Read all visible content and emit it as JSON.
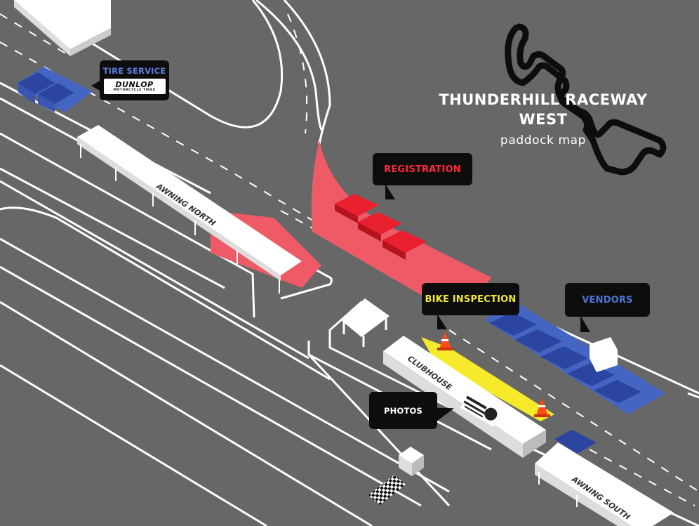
{
  "map": {
    "title_line1": "THUNDERHILL RACEWAY",
    "title_line2": "WEST",
    "subtitle": "paddock map"
  },
  "callouts": {
    "tire_service": "TIRE SERVICE",
    "registration": "REGISTRATION",
    "bike_inspection": "BIKE INSPECTION",
    "vendors": "VENDORS",
    "photos": "PHOTOS"
  },
  "sponsor": {
    "name": "DUNLOP",
    "tagline": "MOTORCYCLE TIRES"
  },
  "buildings": {
    "awning_north": "AWNING NORTH",
    "clubhouse": "CLUBHOUSE",
    "awning_south": "AWNING SOUTH"
  },
  "colors": {
    "ground": "#676767",
    "road_line": "#ffffff",
    "registration_zone": "#ee5b67",
    "registration_tent": "#e8202f",
    "vendor_zone": "#4466c2",
    "vendor_tent": "#2b45a0",
    "tire_zone": "#4466c2",
    "inspection_zone": "#f7ea2a",
    "cone": "#ff4a1a",
    "callout_bg": "#0d0d0d",
    "label_registration": "#ff2a3a",
    "label_inspection": "#f3e935",
    "label_vendors": "#4f74d6",
    "label_tire": "#5b7fe0",
    "label_photos": "#ffffff"
  },
  "icons": {
    "track_outline": "track-outline-icon",
    "traffic_cone": "traffic-cone-icon",
    "checkered_flag": "checkered-flag-icon"
  }
}
